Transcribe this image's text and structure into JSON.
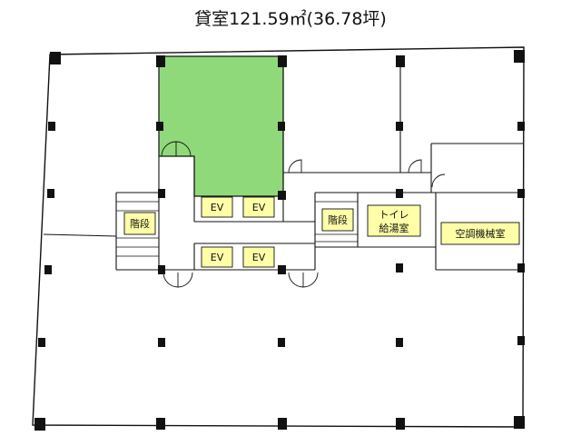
{
  "title": "貸室121.59㎡(36.78坪)",
  "rooms": {
    "stair_left": "階段",
    "stair_right": "階段",
    "ev1": "EV",
    "ev2": "EV",
    "ev3": "EV",
    "ev4": "EV",
    "toilet_line1": "トイレ",
    "toilet_line2": "給湯室",
    "mech": "空調機械室"
  },
  "colors": {
    "leased": "#8fd97a",
    "label_box": "#ffffa8",
    "wall": "#111111"
  }
}
